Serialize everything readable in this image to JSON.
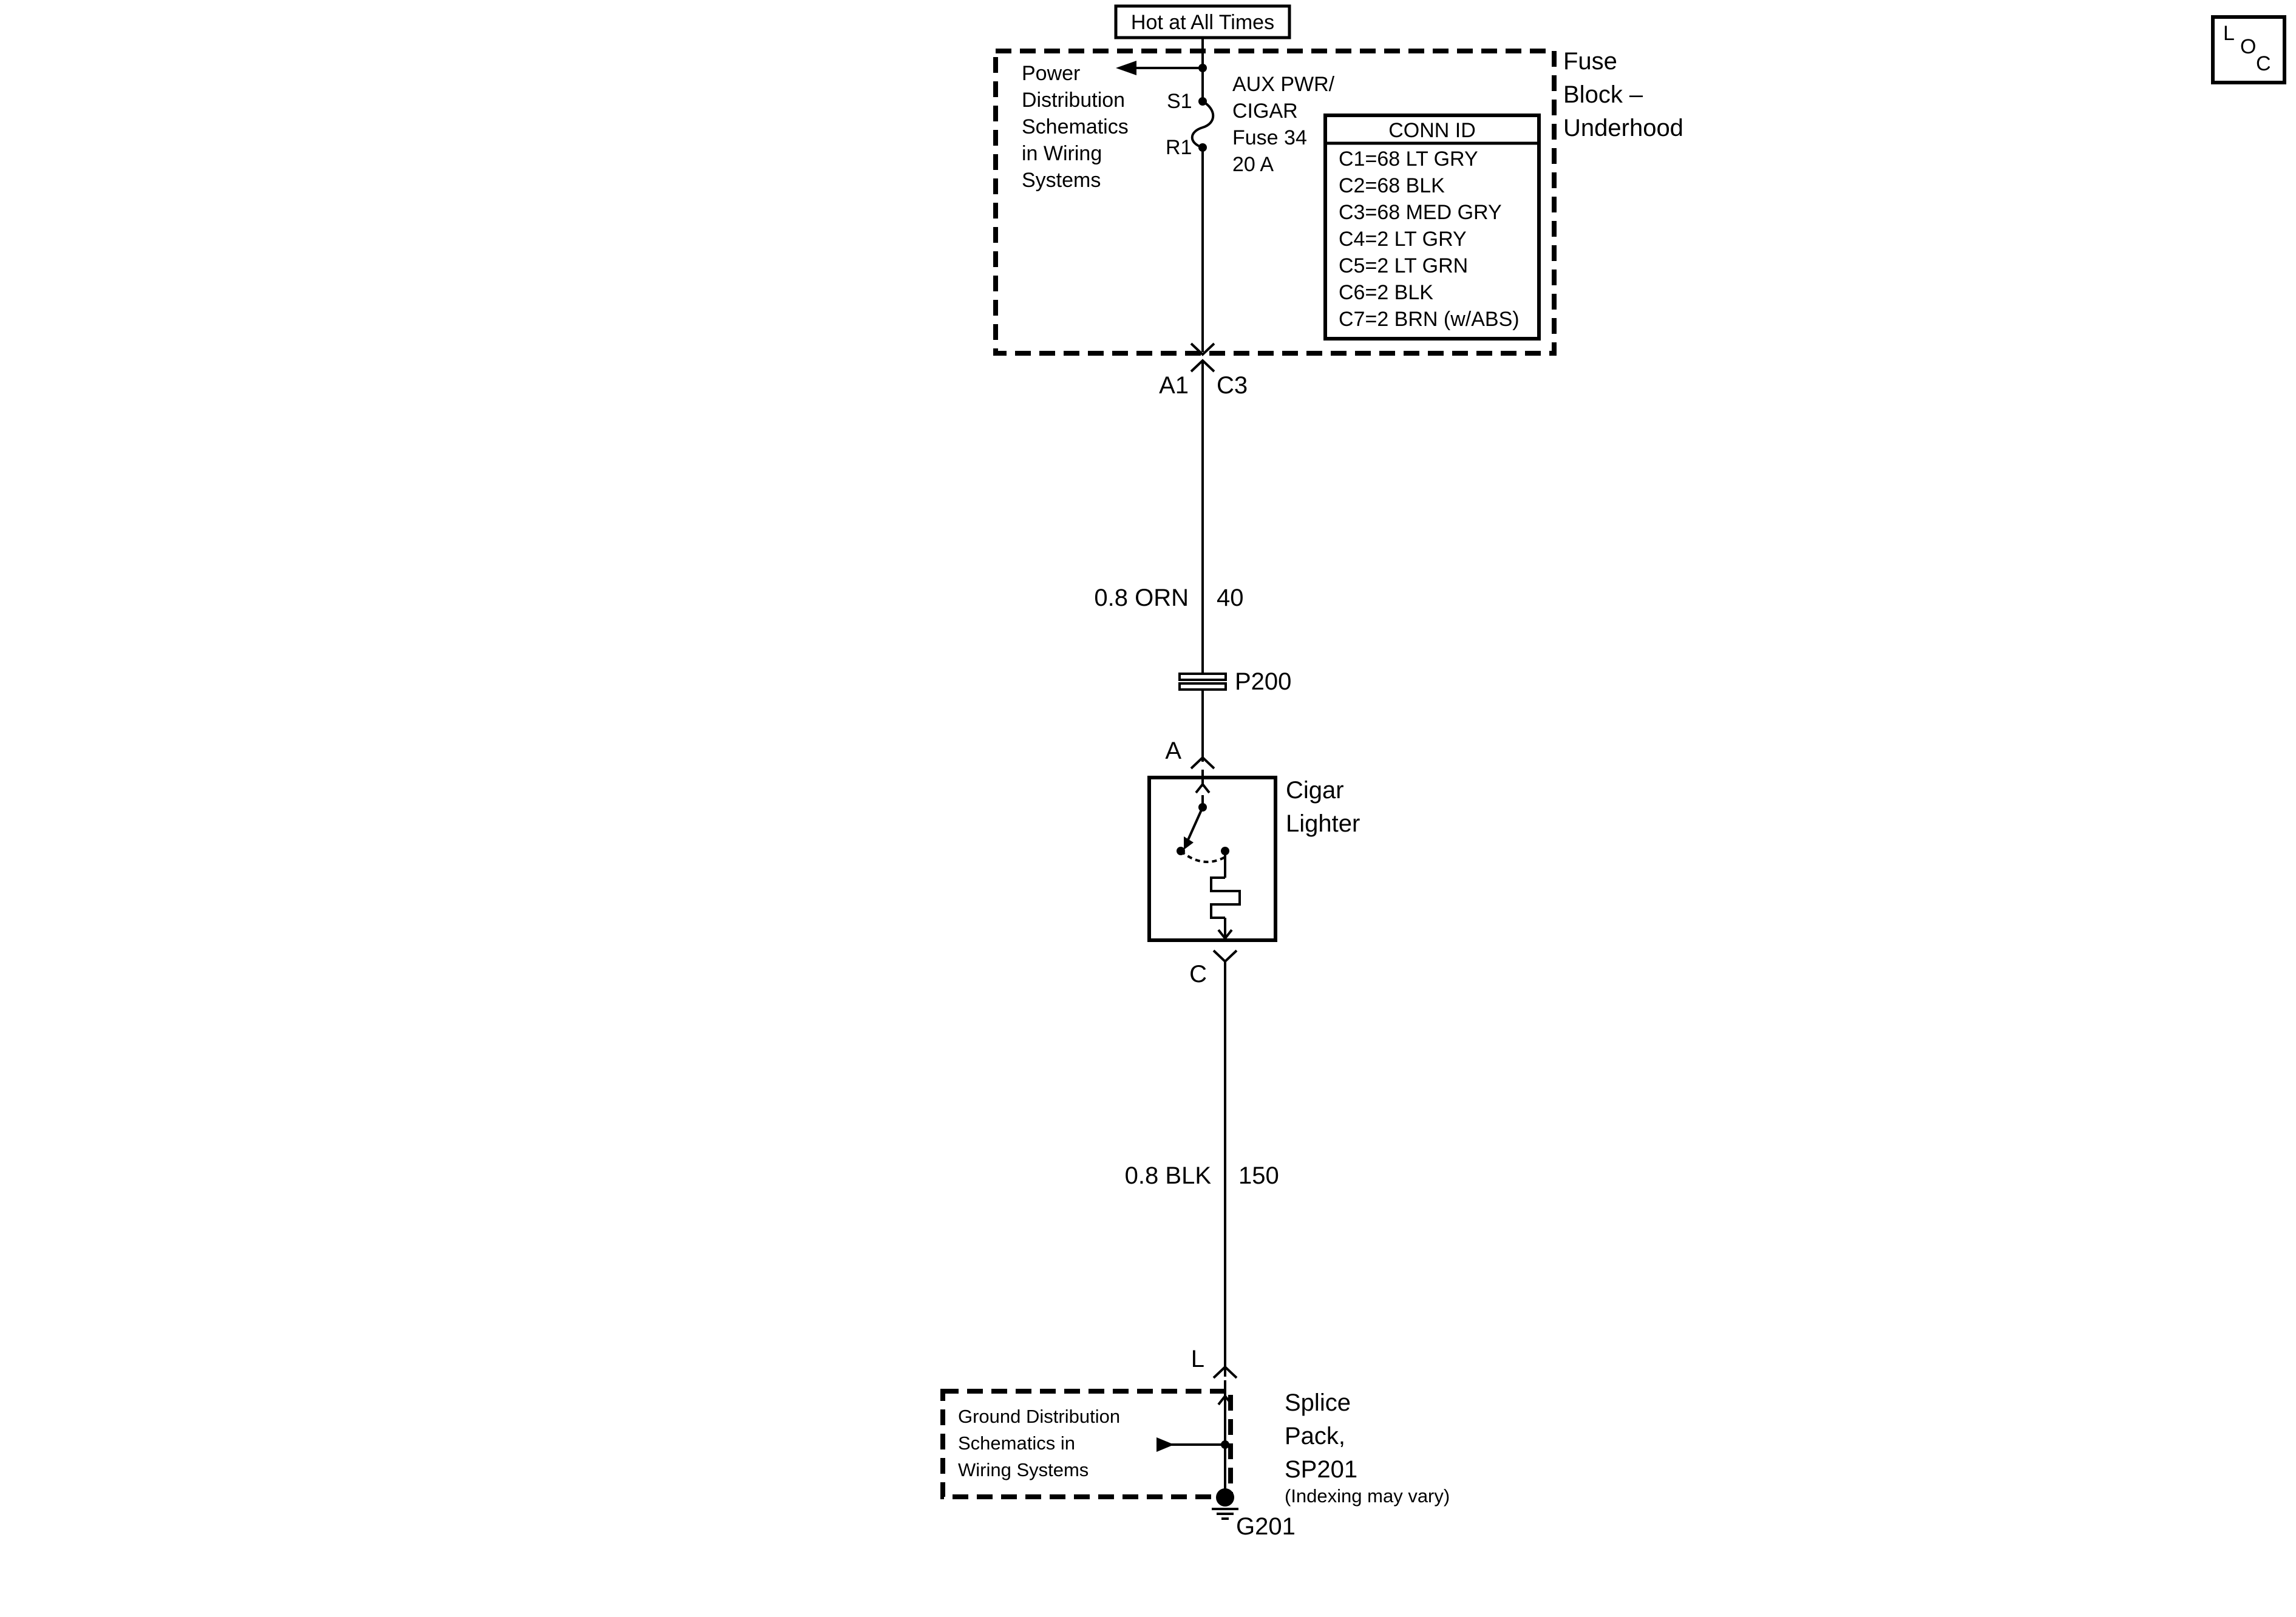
{
  "loc_icon": {
    "l": "L",
    "o": "O",
    "c": "C"
  },
  "power_source": {
    "label": "Hot at All Times"
  },
  "fuse_block": {
    "title_lines": [
      "Fuse",
      "Block –",
      "Underhood"
    ],
    "power_ref_lines": [
      "Power",
      "Distribution",
      "Schematics",
      "in Wiring",
      "Systems"
    ],
    "fuse_lines": [
      "AUX PWR/",
      "CIGAR",
      "Fuse 34",
      "20 A"
    ],
    "terminal_s": "S1",
    "terminal_r": "R1",
    "conn_id": {
      "title": "CONN ID",
      "rows": [
        "C1=68 LT GRY",
        "C2=68 BLK",
        "C3=68 MED GRY",
        "C4=2 LT GRY",
        "C5=2 LT GRN",
        "C6=2 BLK",
        "C7=2 BRN (w/ABS)"
      ]
    }
  },
  "connector_top": {
    "pin": "A1",
    "conn": "C3"
  },
  "wire_1": {
    "gauge_color": "0.8 ORN",
    "circuit": "40"
  },
  "inline_connector": {
    "label": "P200"
  },
  "cigar_lighter": {
    "pin_in": "A",
    "title_lines": [
      "Cigar",
      "Lighter"
    ],
    "pin_out": "C"
  },
  "wire_2": {
    "gauge_color": "0.8 BLK",
    "circuit": "150"
  },
  "splice_pack": {
    "pin": "L",
    "title_lines": [
      "Splice",
      "Pack,",
      "SP201"
    ],
    "note": "(Indexing may vary)",
    "ground_ref_lines": [
      "Ground Distribution",
      "Schematics in",
      "Wiring Systems"
    ]
  },
  "ground": {
    "label": "G201"
  }
}
